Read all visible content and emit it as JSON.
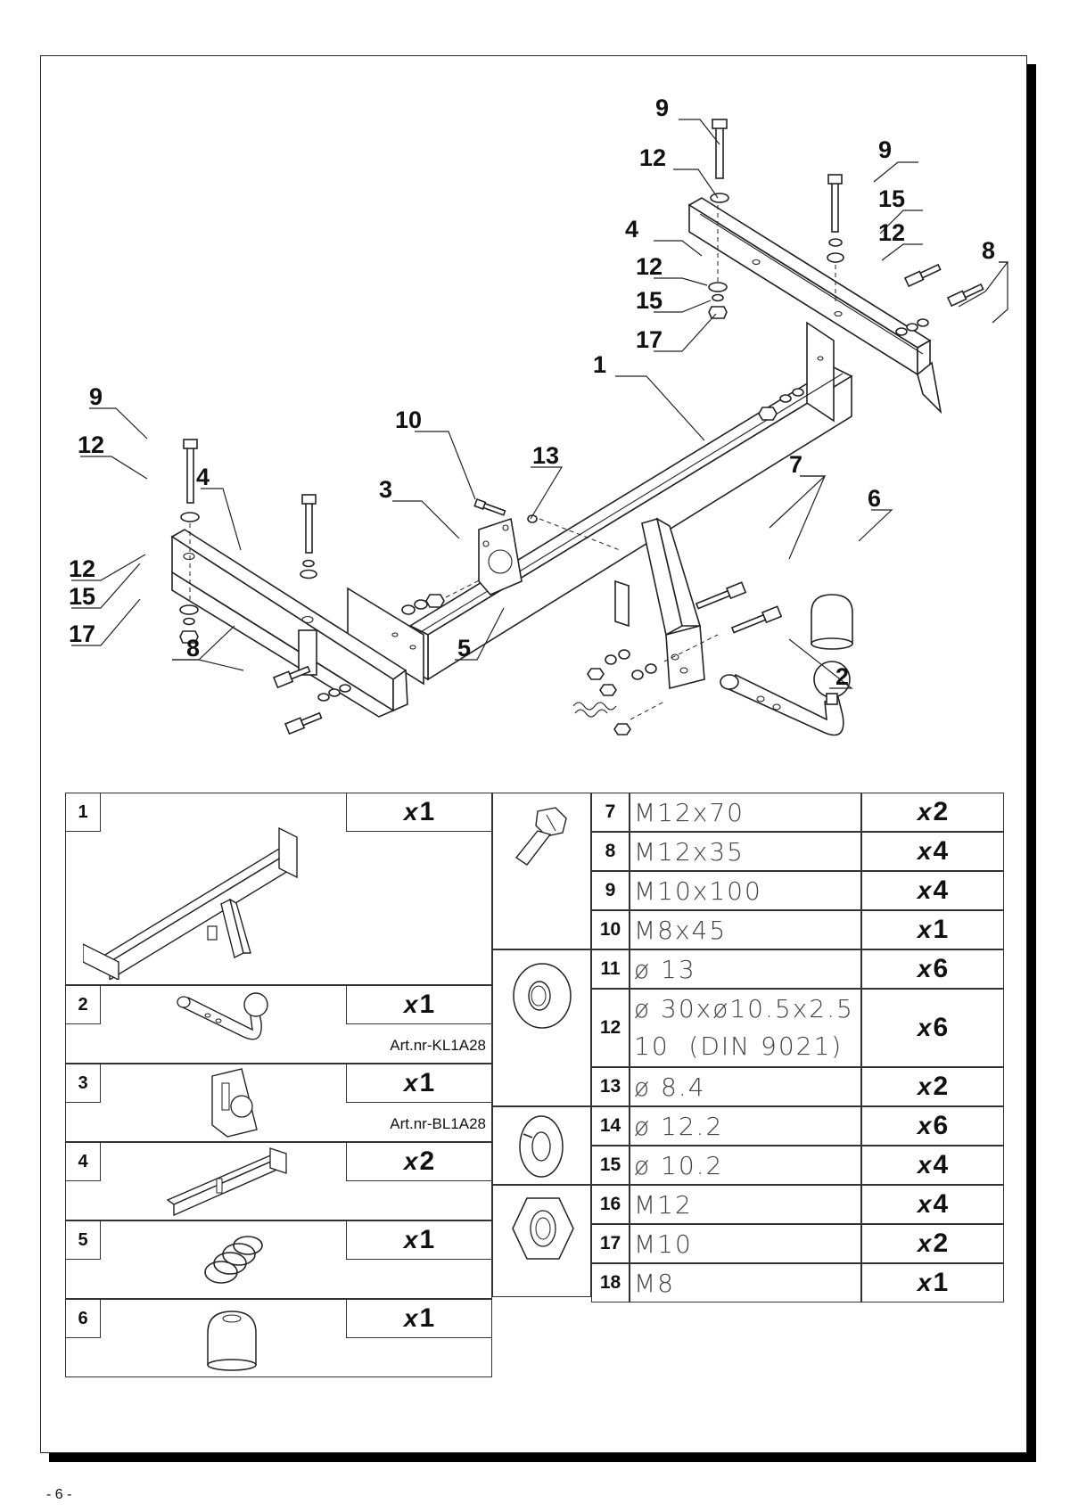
{
  "diagram": {
    "callouts": [
      "9",
      "12",
      "4",
      "9",
      "15",
      "12",
      "8",
      "12",
      "15",
      "17",
      "1",
      "10",
      "13",
      "3",
      "7",
      "6",
      "9",
      "12",
      "4",
      "12",
      "15",
      "17",
      "8",
      "5",
      "2"
    ]
  },
  "parts": [
    {
      "num": "1",
      "qty_prefix": "x",
      "qty": "1",
      "art_nr": "",
      "icon": "main-bar-icon"
    },
    {
      "num": "2",
      "qty_prefix": "x",
      "qty": "1",
      "art_nr": "Art.nr-KL1A28",
      "icon": "towball-icon"
    },
    {
      "num": "3",
      "qty_prefix": "x",
      "qty": "1",
      "art_nr": "Art.nr-BL1A28",
      "icon": "socket-plate-icon"
    },
    {
      "num": "4",
      "qty_prefix": "x",
      "qty": "2",
      "art_nr": "",
      "icon": "side-bracket-icon"
    },
    {
      "num": "5",
      "qty_prefix": "x",
      "qty": "1",
      "art_nr": "",
      "icon": "spring-icon"
    },
    {
      "num": "6",
      "qty_prefix": "x",
      "qty": "1",
      "art_nr": "",
      "icon": "ball-cap-icon"
    }
  ],
  "hardware": [
    {
      "num": "7",
      "size": "M12x70",
      "qty_prefix": "x",
      "qty": "2"
    },
    {
      "num": "8",
      "size": "M12x35",
      "qty_prefix": "x",
      "qty": "4"
    },
    {
      "num": "9",
      "size": "M10x100",
      "qty_prefix": "x",
      "qty": "4"
    },
    {
      "num": "10",
      "size": "M8x45",
      "qty_prefix": "x",
      "qty": "1"
    },
    {
      "num": "11",
      "size": "ø 13",
      "qty_prefix": "x",
      "qty": "6"
    },
    {
      "num": "12",
      "size": "ø 30xø10.5x2.5",
      "size2": "10  (DIN 9021)",
      "qty_prefix": "x",
      "qty": "6"
    },
    {
      "num": "13",
      "size": "ø 8.4",
      "qty_prefix": "x",
      "qty": "2"
    },
    {
      "num": "14",
      "size": "ø 12.2",
      "qty_prefix": "x",
      "qty": "6"
    },
    {
      "num": "15",
      "size": "ø 10.2",
      "qty_prefix": "x",
      "qty": "4"
    },
    {
      "num": "16",
      "size": "M12",
      "qty_prefix": "x",
      "qty": "4"
    },
    {
      "num": "17",
      "size": "M10",
      "qty_prefix": "x",
      "qty": "2"
    },
    {
      "num": "18",
      "size": "M8",
      "qty_prefix": "x",
      "qty": "1"
    }
  ],
  "hardware_icons": [
    "bolt-icon",
    "washer-icon",
    "spring-washer-icon",
    "nut-icon"
  ],
  "page_number": "- 6 -"
}
